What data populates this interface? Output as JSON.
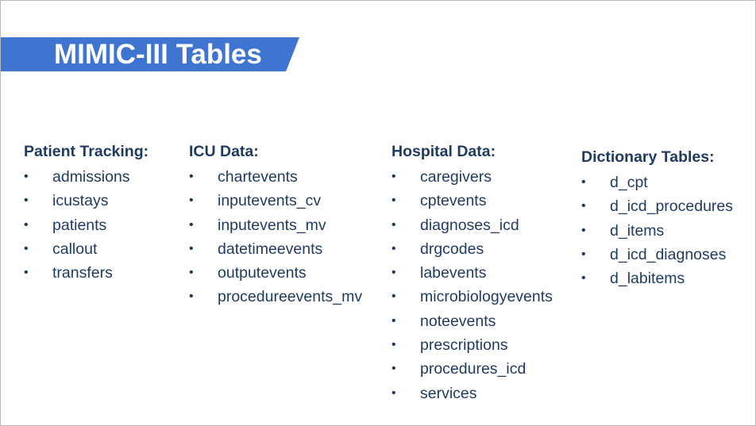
{
  "slide": {
    "title": "MIMIC-III Tables",
    "colors": {
      "banner": "#3f74d0",
      "text": "#1f3a5f",
      "title_text": "#ffffff"
    }
  },
  "columns": [
    {
      "heading": "Patient Tracking:",
      "items": [
        "admissions",
        "icustays",
        "patients",
        "callout",
        "transfers"
      ]
    },
    {
      "heading": "ICU Data:",
      "items": [
        "chartevents",
        "inputevents_cv",
        "inputevents_mv",
        "datetimeevents",
        "outputevents",
        "procedureevents_mv"
      ]
    },
    {
      "heading": "Hospital Data:",
      "items": [
        "caregivers",
        "cptevents",
        "diagnoses_icd",
        "drgcodes",
        "labevents",
        "microbiologyevents",
        "noteevents",
        "prescriptions",
        "procedures_icd",
        "services"
      ]
    },
    {
      "heading": "Dictionary Tables:",
      "items": [
        "d_cpt",
        "d_icd_procedures",
        "d_items",
        "d_icd_diagnoses",
        "d_labitems"
      ]
    }
  ]
}
